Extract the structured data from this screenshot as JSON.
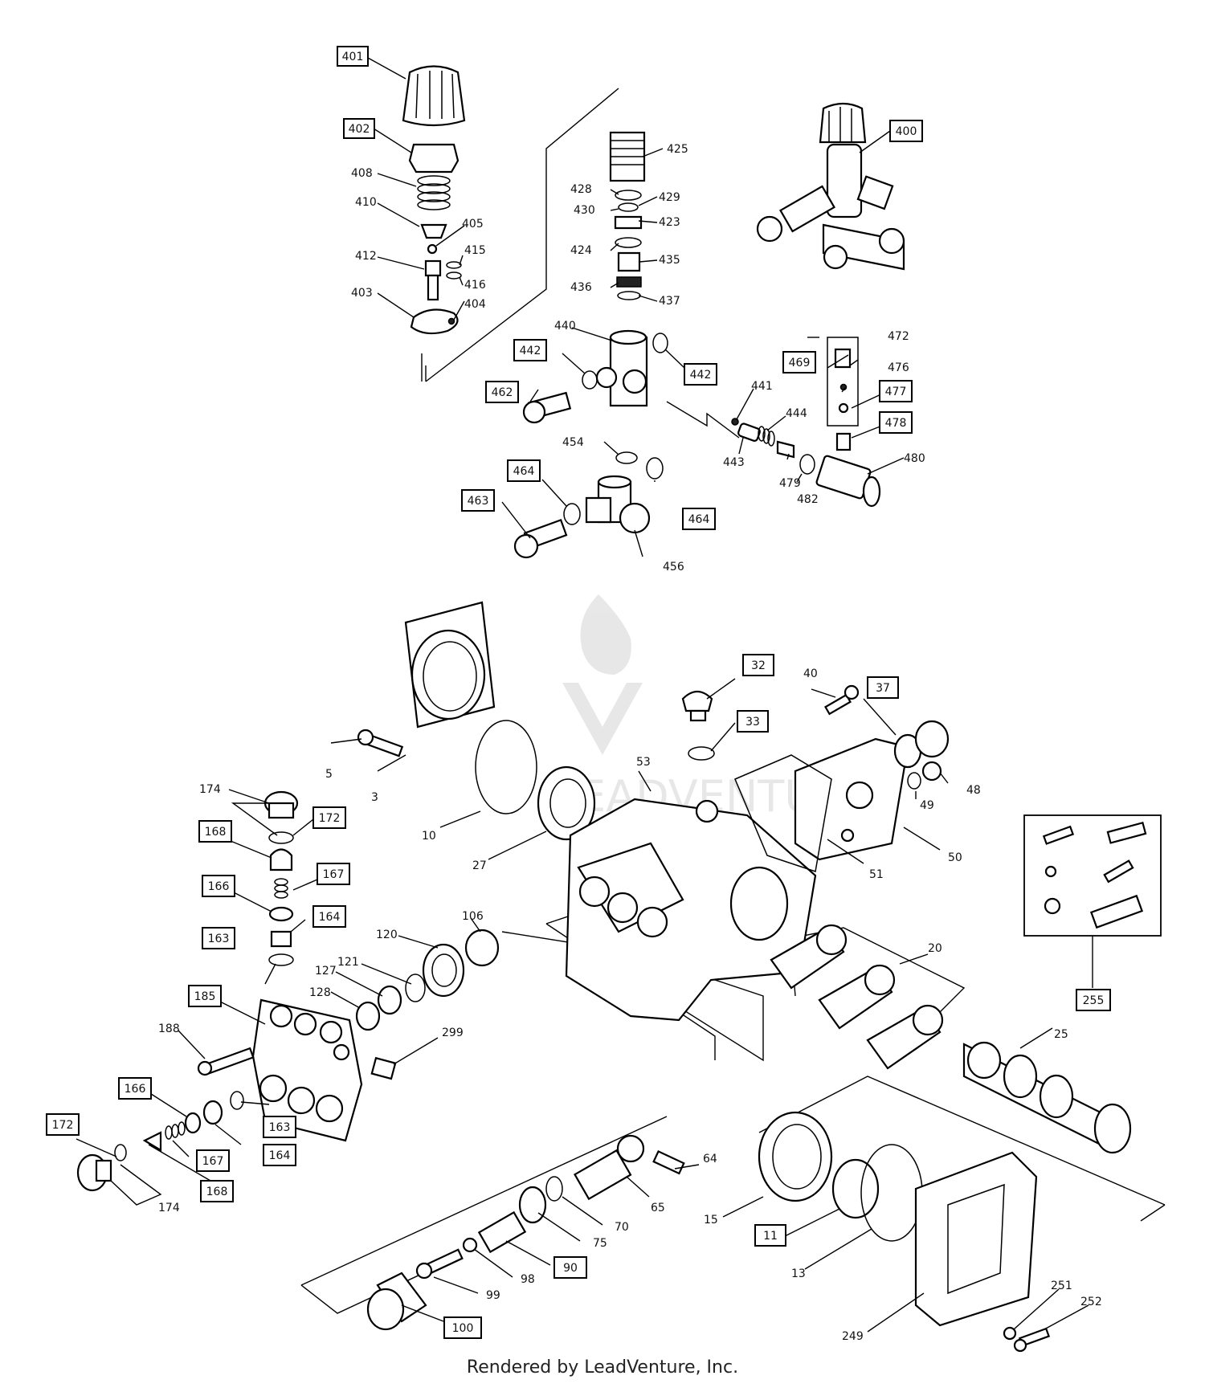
{
  "footer": "Rendered by LeadVenture, Inc.",
  "watermark_text": "LEADVENTURE",
  "labels": {
    "l400": "400",
    "l401": "401",
    "l402": "402",
    "l403": "403",
    "l404": "404",
    "l405": "405",
    "l408": "408",
    "l410": "410",
    "l412": "412",
    "l415": "415",
    "l416": "416",
    "l423": "423",
    "l424": "424",
    "l425": "425",
    "l428": "428",
    "l429": "429",
    "l430": "430",
    "l435": "435",
    "l436": "436",
    "l437": "437",
    "l440": "440",
    "l441": "441",
    "l442a": "442",
    "l442b": "442",
    "l443": "443",
    "l444": "444",
    "l454": "454",
    "l456": "456",
    "l462": "462",
    "l463": "463",
    "l464a": "464",
    "l464b": "464",
    "l469": "469",
    "l472": "472",
    "l476": "476",
    "l477": "477",
    "l478": "478",
    "l479": "479",
    "l480": "480",
    "l482": "482",
    "l3": "3",
    "l5": "5",
    "l10": "10",
    "l11": "11",
    "l13": "13",
    "l15": "15",
    "l20": "20",
    "l25": "25",
    "l27": "27",
    "l32": "32",
    "l33": "33",
    "l37": "37",
    "l40": "40",
    "l48": "48",
    "l49": "49",
    "l50": "50",
    "l51": "51",
    "l53": "53",
    "l64": "64",
    "l65": "65",
    "l70": "70",
    "l75": "75",
    "l90": "90",
    "l98": "98",
    "l99": "99",
    "l100": "100",
    "l106": "106",
    "l120": "120",
    "l121": "121",
    "l127": "127",
    "l128": "128",
    "l163a": "163",
    "l163b": "163",
    "l164a": "164",
    "l164b": "164",
    "l166a": "166",
    "l166b": "166",
    "l167a": "167",
    "l167b": "167",
    "l168a": "168",
    "l168b": "168",
    "l172a": "172",
    "l172b": "172",
    "l174a": "174",
    "l174b": "174",
    "l185": "185",
    "l188": "188",
    "l249": "249",
    "l251": "251",
    "l252": "252",
    "l255": "255",
    "l299": "299"
  }
}
